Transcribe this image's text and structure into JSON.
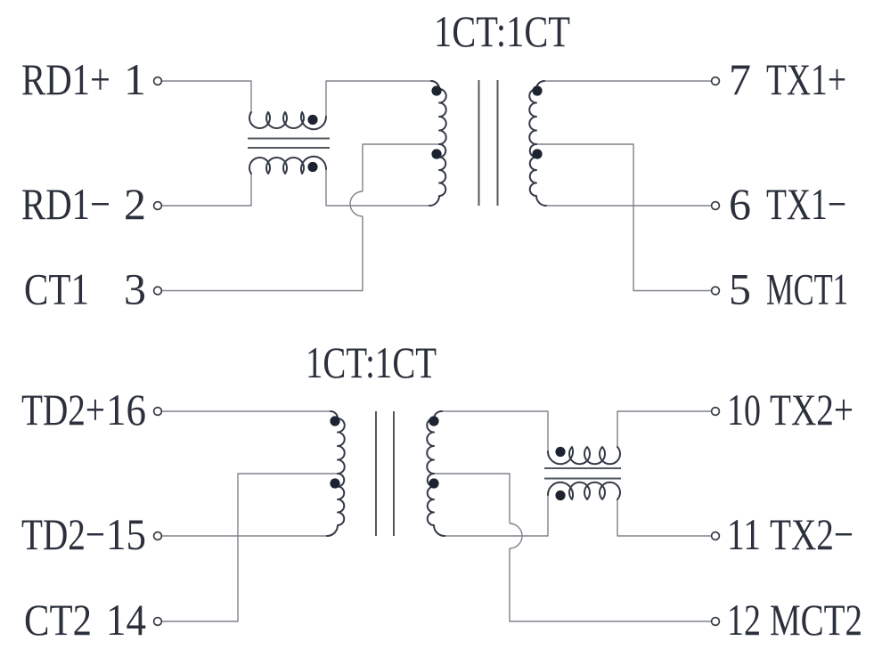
{
  "colors": {
    "background": "#ffffff",
    "wire": "#7e828a",
    "component": "#343a47",
    "core": "#53585f",
    "polarity_dot": "#1d2330",
    "text": "#2b303c"
  },
  "channels": [
    {
      "ratio": "1CT:1CT",
      "left_pins": [
        {
          "name": "RD1+",
          "number": "1"
        },
        {
          "name": "RD1−",
          "number": "2"
        },
        {
          "name": "CT1",
          "number": "3"
        }
      ],
      "right_pins": [
        {
          "number": "7",
          "name": "TX1+"
        },
        {
          "number": "6",
          "name": "TX1−"
        },
        {
          "number": "5",
          "name": "MCT1"
        }
      ]
    },
    {
      "ratio": "1CT:1CT",
      "left_pins": [
        {
          "name": "TD2+",
          "number": "16"
        },
        {
          "name": "TD2−",
          "number": "15"
        },
        {
          "name": "CT2",
          "number": "14"
        }
      ],
      "right_pins": [
        {
          "number": "10",
          "name": "TX2+"
        },
        {
          "number": "11",
          "name": "TX2−"
        },
        {
          "number": "12",
          "name": "MCT2"
        }
      ]
    }
  ]
}
